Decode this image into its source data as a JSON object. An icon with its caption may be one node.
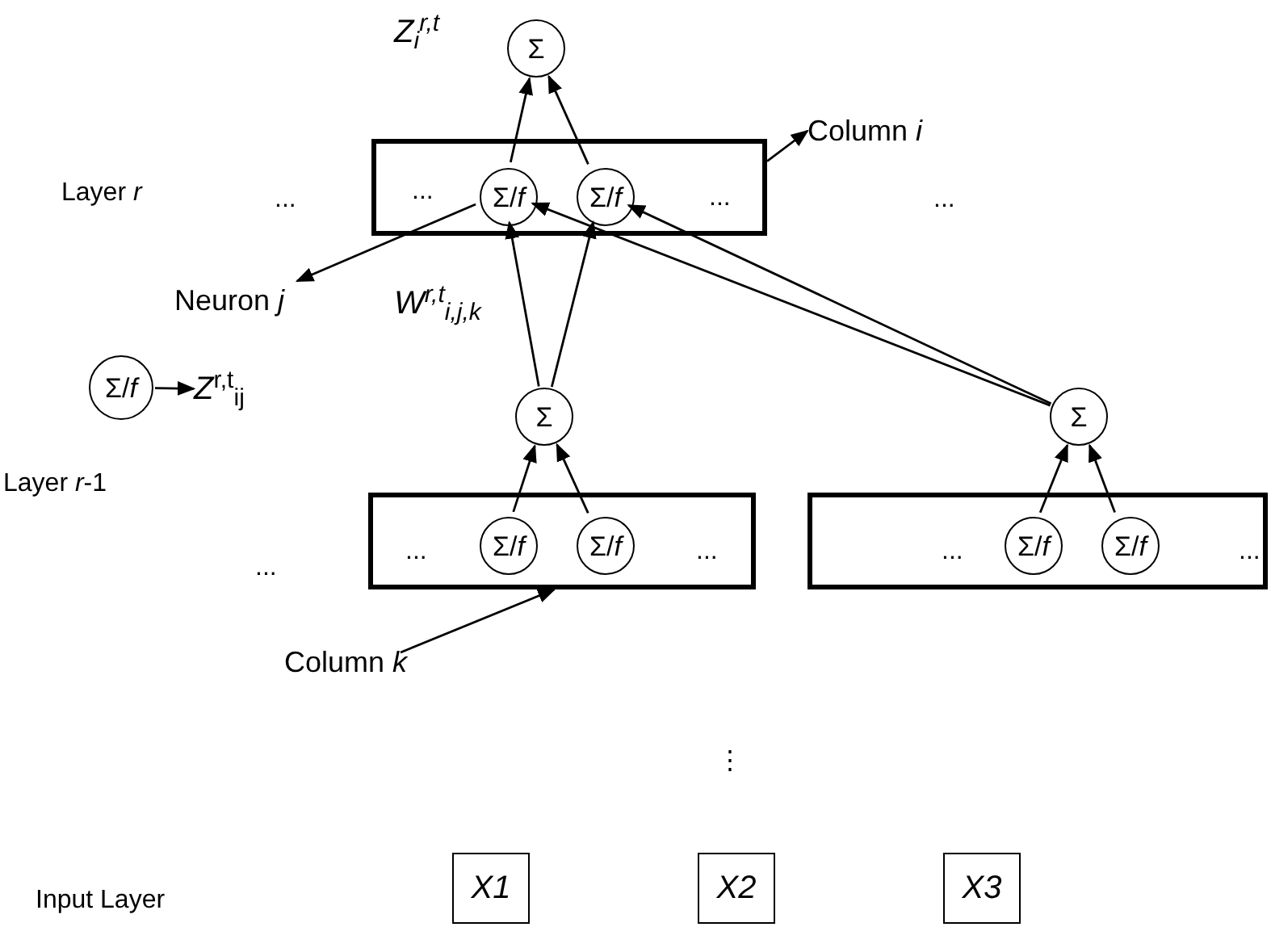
{
  "diagram": {
    "nodes": [
      {
        "text": [
          "Σ"
        ]
      },
      {
        "text": [
          "...",
          "..."
        ]
      },
      {
        "text": [
          "Σ/*f*"
        ],
        "in": 1
      },
      {
        "text": [
          "Σ/*f*"
        ],
        "in": 1
      },
      {
        "text": [
          "Column *i*"
        ]
      },
      {
        "text": [
          "Neuron *j*"
        ]
      },
      {
        "text": [
          "Σ/*f*"
        ]
      },
      {
        "text": [
          "*Z*$^{r,t}$$_{ij}$"
        ]
      },
      {
        "text": [
          "Σ"
        ]
      },
      {
        "text": [
          "Σ"
        ]
      },
      {
        "text": [
          "...",
          "..."
        ]
      },
      {
        "text": [
          "Σ/*f*"
        ],
        "in": 10
      },
      {
        "text": [
          "Σ/*f*"
        ],
        "in": 10
      },
      {
        "text": [
          "...",
          "..."
        ]
      },
      {
        "text": [
          "Σ/*f*"
        ],
        "in": 13
      },
      {
        "text": [
          "Σ/*f*"
        ],
        "in": 13
      },
      {
        "text": [
          "Column *k*"
        ]
      },
      {
        "text": [
          "X1"
        ]
      },
      {
        "text": [
          "X2"
        ]
      },
      {
        "text": [
          "X3"
        ]
      }
    ],
    "edges": [
      {
        "from": 2,
        "to": 0,
        "arrow": "to"
      },
      {
        "from": 3,
        "to": 0,
        "arrow": "to"
      },
      {
        "from": 1,
        "to": 4,
        "arrow": "to"
      },
      {
        "from": 2,
        "to": 5,
        "arrow": "to"
      },
      {
        "from": 6,
        "to": 7,
        "arrow": "to"
      },
      {
        "from": 8,
        "to": 2,
        "arrow": "to"
      },
      {
        "from": 8,
        "to": 3,
        "arrow": "to"
      },
      {
        "from": 9,
        "to": 2,
        "arrow": "to"
      },
      {
        "from": 9,
        "to": 3,
        "arrow": "to"
      },
      {
        "from": 11,
        "to": 8,
        "arrow": "to"
      },
      {
        "from": 12,
        "to": 8,
        "arrow": "to"
      },
      {
        "from": 14,
        "to": 9,
        "arrow": "to"
      },
      {
        "from": 15,
        "to": 9,
        "arrow": "to"
      },
      {
        "from": 16,
        "to": 10,
        "arrow": "to"
      }
    ],
    "labels": [
      "*Z*$_{i}$$^{r,t}$",
      "Layer *r*",
      "...",
      "...",
      "*W*$^{r,t}$$_{i,j,k}$",
      "Layer *r*-1",
      "...",
      "⋮",
      "Input Layer"
    ]
  }
}
